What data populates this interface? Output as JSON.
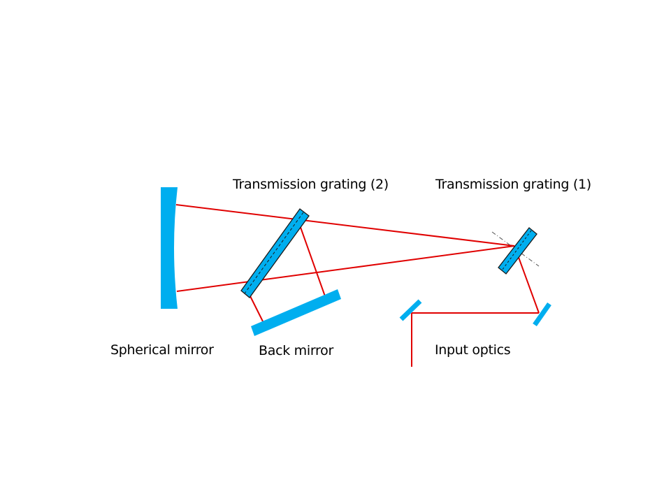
{
  "diagram": {
    "title": "Transmission grating spectrometer optical layout",
    "colors": {
      "optic_fill": "#00AEEF",
      "optic_stroke": "#1a1a1a",
      "beam": "#E00000",
      "normal_line": "#555555",
      "background": "#FFFFFF"
    },
    "labels": {
      "grating2": "Transmission grating (2)",
      "grating1": "Transmission grating (1)",
      "spherical_mirror": "Spherical mirror",
      "back_mirror": "Back mirror",
      "input_optics": "Input optics"
    },
    "components": [
      {
        "id": "spherical-mirror",
        "type": "concave mirror"
      },
      {
        "id": "transmission-grating-2",
        "type": "transmission grating"
      },
      {
        "id": "back-mirror",
        "type": "flat mirror"
      },
      {
        "id": "transmission-grating-1",
        "type": "transmission grating"
      },
      {
        "id": "input-mirror-left",
        "type": "flat mirror"
      },
      {
        "id": "input-mirror-right",
        "type": "flat mirror"
      }
    ]
  }
}
